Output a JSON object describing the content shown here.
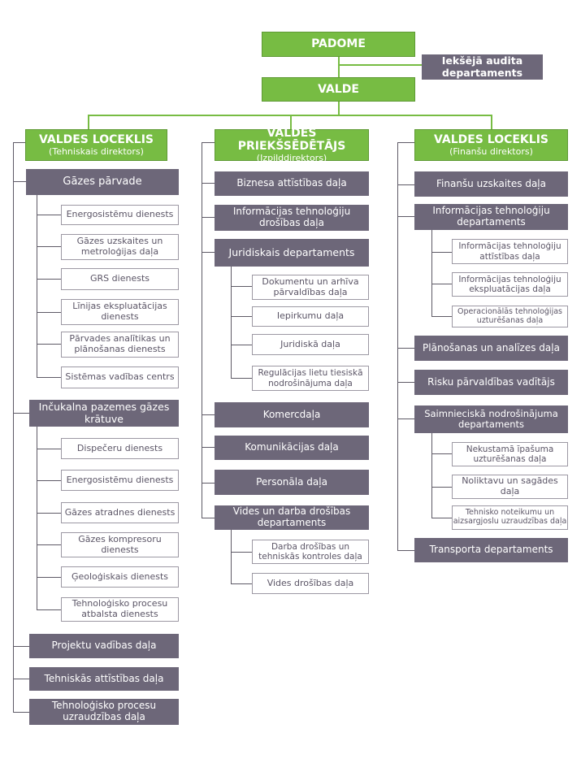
{
  "top": {
    "padome": "PADOME",
    "audit": "Iekšējā audita departaments",
    "valde": "VALDE"
  },
  "columns": [
    {
      "title": "VALDES LOCEKLIS",
      "subtitle": "(Tehniskais direktors)",
      "units": [
        {
          "label": "Gāzes pārvade",
          "children": [
            "Energosistēmu dienests",
            "Gāzes uzskaites un metroloģijas daļa",
            "GRS dienests",
            "Līnijas ekspluatācijas dienests",
            "Pārvades analītikas un plānošanas dienests",
            "Sistēmas vadības centrs"
          ]
        },
        {
          "label": "Inčukalna pazemes gāzes krātuve",
          "children": [
            "Dispečeru dienests",
            "Energosistēmu dienests",
            "Gāzes atradnes dienests",
            "Gāzes kompresoru dienests",
            "Ģeoloģiskais dienests",
            "Tehnoloģisko procesu atbalsta dienests"
          ]
        },
        {
          "label": "Projektu vadības daļa",
          "children": []
        },
        {
          "label": "Tehniskās attīstības daļa",
          "children": []
        },
        {
          "label": "Tehnoloģisko procesu uzraudzības daļa",
          "children": []
        }
      ]
    },
    {
      "title": "VALDES PRIEKŠSĒDĒTĀJS",
      "subtitle": "(Izpilddirektors)",
      "units": [
        {
          "label": "Biznesa attīstības daļa",
          "children": []
        },
        {
          "label": "Informācijas tehnoloģiju drošības daļa",
          "children": []
        },
        {
          "label": "Juridiskais departaments",
          "children": [
            "Dokumentu un arhīva pārvaldības daļa",
            "Iepirkumu daļa",
            "Juridiskā daļa",
            "Regulācijas lietu tiesiskā nodrošinājuma daļa"
          ]
        },
        {
          "label": "Komercdaļa",
          "children": []
        },
        {
          "label": "Komunikācijas daļa",
          "children": []
        },
        {
          "label": "Personāla daļa",
          "children": []
        },
        {
          "label": "Vides un darba drošības departaments",
          "children": [
            "Darba drošības un tehniskās kontroles daļa",
            "Vides drošības daļa"
          ]
        }
      ]
    },
    {
      "title": "VALDES LOCEKLIS",
      "subtitle": "(Finanšu direktors)",
      "units": [
        {
          "label": "Finanšu uzskaites daļa",
          "children": []
        },
        {
          "label": "Informācijas tehnoloģiju departaments",
          "children": [
            "Informācijas tehnoloģiju attīstības daļa",
            "Informācijas tehnoloģiju ekspluatācijas daļa",
            "Operacionālās tehnoloģijas uzturēšanas daļa"
          ]
        },
        {
          "label": "Plānošanas un analīzes daļa",
          "children": []
        },
        {
          "label": "Risku pārvaldības vadītājs",
          "children": []
        },
        {
          "label": "Saimnieciskā nodrošinājuma departaments",
          "children": [
            "Nekustamā īpašuma uzturēšanas daļa",
            "Noliktavu un sagādes daļa",
            "Tehnisko noteikumu un aizsargjoslu uzraudzības daļa"
          ]
        },
        {
          "label": "Transporta departaments",
          "children": []
        }
      ]
    }
  ]
}
